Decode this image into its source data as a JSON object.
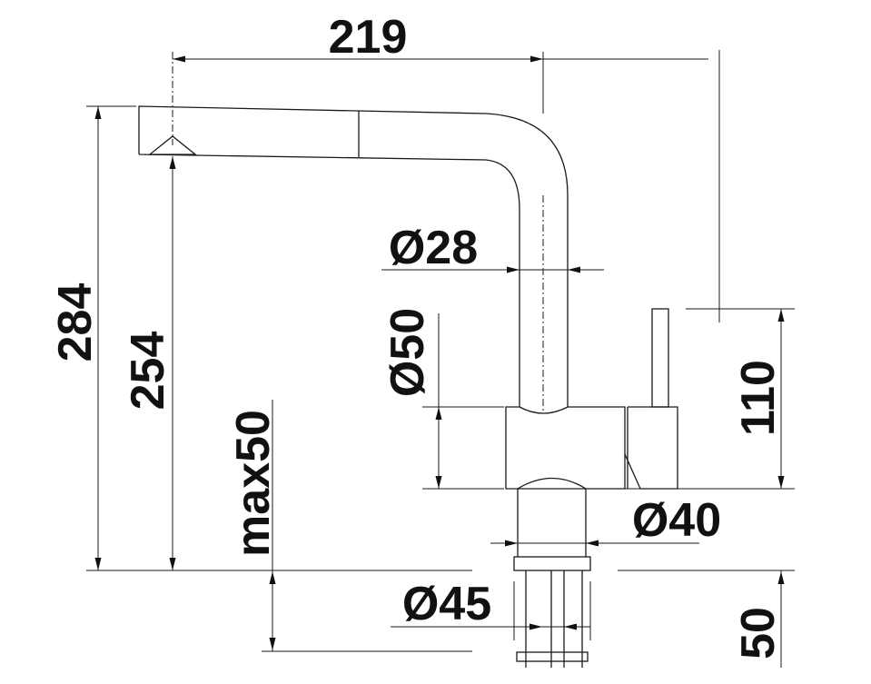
{
  "dimensions": {
    "width_total": "219",
    "height_total": "284",
    "spout_height": "254",
    "counter_thickness": "max50",
    "spout_diameter": "Ø28",
    "body_height_diameter": "Ø50",
    "base_diameter": "Ø40",
    "mount_hole": "Ø45",
    "lever_height": "110",
    "shank_length": "50"
  },
  "colors": {
    "line": "#1a1a1a",
    "background": "#ffffff"
  }
}
